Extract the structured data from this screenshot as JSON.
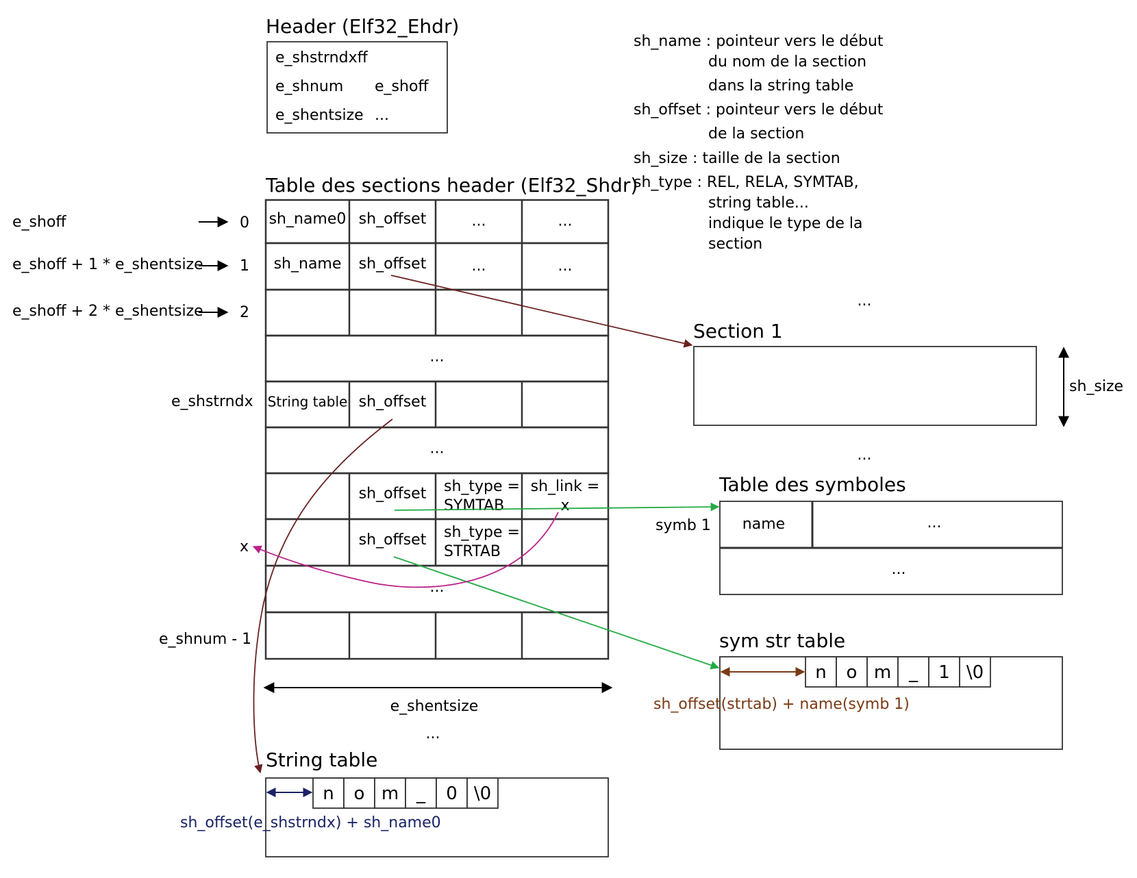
{
  "header": {
    "title": "Header (Elf32_Ehdr)",
    "fields": [
      "e_shstrndxff",
      "e_shnum",
      "e_shoff",
      "e_shentsize",
      "..."
    ]
  },
  "notes": [
    "sh_name : pointeur vers le début",
    "du nom de la section",
    "dans la string table",
    "sh_offset : pointeur vers le début",
    "de la section",
    "sh_size : taille de la section",
    "sh_type : REL, RELA, SYMTAB,",
    "string table...",
    "indique le type de la",
    "section"
  ],
  "shdr_table": {
    "title": "Table des sections header (Elf32_Shdr)",
    "rows": [
      [
        "sh_name0",
        "sh_offset",
        "...",
        "..."
      ],
      [
        "sh_name",
        "sh_offset",
        "...",
        "..."
      ],
      [
        "",
        "",
        "",
        ""
      ],
      [
        "..."
      ],
      [
        "String table",
        "sh_offset",
        "",
        ""
      ],
      [
        "..."
      ],
      [
        "",
        "sh_offset",
        "sh_type =\nSYMTAB",
        "sh_link =\nx"
      ],
      [
        "",
        "sh_offset",
        "sh_type =\nSTRTAB",
        ""
      ],
      [
        "..."
      ],
      [
        "",
        "",
        "",
        ""
      ]
    ],
    "width_label": "e_shentsize",
    "below_dots": "..."
  },
  "row_labels": [
    {
      "label": "e_shoff",
      "index": "0"
    },
    {
      "label": "e_shoff + 1 * e_shentsize",
      "index": "1"
    },
    {
      "label": "e_shoff + 2 * e_shentsize",
      "index": "2"
    },
    {
      "label": "e_shstrndx",
      "index": ""
    },
    {
      "label": "x",
      "index": ""
    },
    {
      "label": "e_shnum - 1",
      "index": ""
    }
  ],
  "section1": {
    "title": "Section 1",
    "size_label": "sh_size",
    "dots_above": "...",
    "dots_below": "..."
  },
  "symtab": {
    "title": "Table des symboles",
    "entry_label": "symb 1",
    "cells": [
      "name",
      "...",
      "..."
    ]
  },
  "symstr": {
    "title": "sym str table",
    "chars": [
      "n",
      "o",
      "m",
      "_",
      "1",
      "\\0"
    ],
    "offset_label": "sh_offset(strtab) + name(symb 1)"
  },
  "strtab": {
    "title": "String table",
    "chars": [
      "n",
      "o",
      "m",
      "_",
      "0",
      "\\0"
    ],
    "offset_label": "sh_offset(e_shstrndx) + sh_name0"
  },
  "colors": {
    "line": "#333333",
    "section_arrow": "#6b1f1f",
    "strtab_arrow": "#6b2222",
    "symtab_arrow": "#22aa44",
    "link_arrow": "#bb2288",
    "symstr_offset": "#7a3a14",
    "strtab_offset": "#1a2366"
  }
}
